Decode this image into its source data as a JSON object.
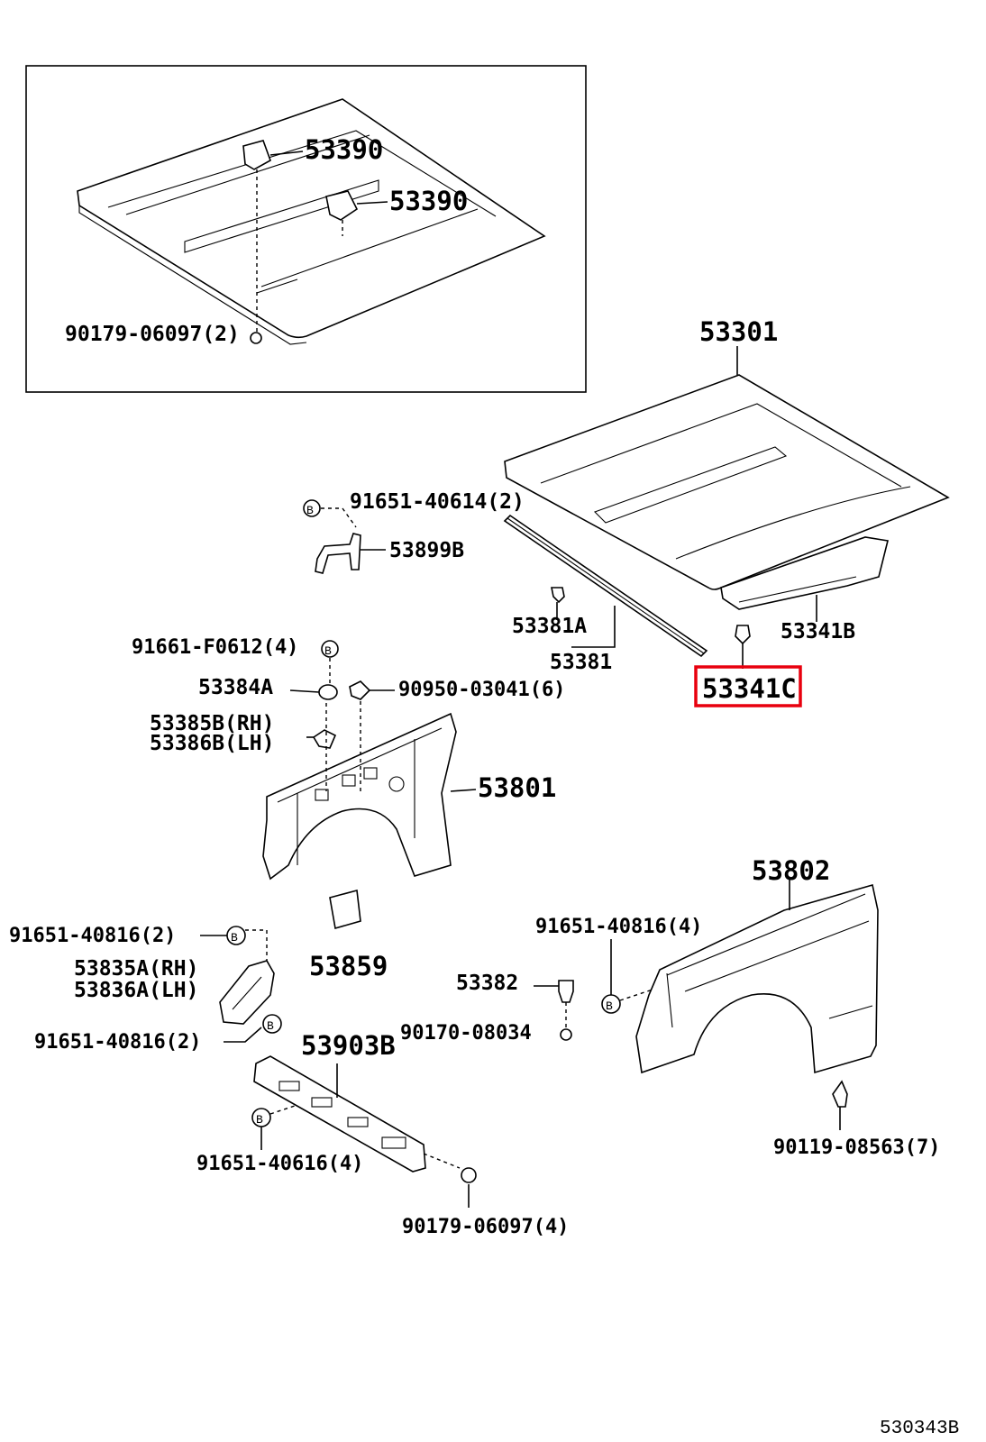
{
  "inset": {
    "labels": {
      "hinge_a": "53390",
      "hinge_b": "53390",
      "clip": "90179-06097(2)"
    }
  },
  "labels": {
    "hood": "53301",
    "bolt_hood": "91651-40614(2)",
    "stay": "53899B",
    "seal_retainer": "53381A",
    "seal": "53381",
    "hood_seal": "53341B",
    "hood_clip": "53341C",
    "bolt_4": "91661-F0612(4)",
    "bumper": "53384A",
    "clip_6": "90950-03041(6)",
    "bracket_rh": "53385B(RH)",
    "bracket_lh": "53386B(LH)",
    "apron": "53801",
    "fender": "53802",
    "bolt_fender_left": "91651-40816(2)",
    "lock_rh": "53835A(RH)",
    "lock_lh": "53836A(LH)",
    "plate": "53859",
    "bolt_fender_right": "91651-40816(4)",
    "cushion": "53382",
    "nut": "90170-08034",
    "bolt_lower": "91651-40816(2)",
    "support": "53903B",
    "bolt_support": "91651-40616(4)",
    "clip_support": "90179-06097(4)",
    "clip_fender": "90119-08563(7)",
    "diagram_id": "530343B"
  },
  "bolt_marker": "B",
  "highlight": {
    "color": "#e8000e",
    "target": "53341C"
  }
}
